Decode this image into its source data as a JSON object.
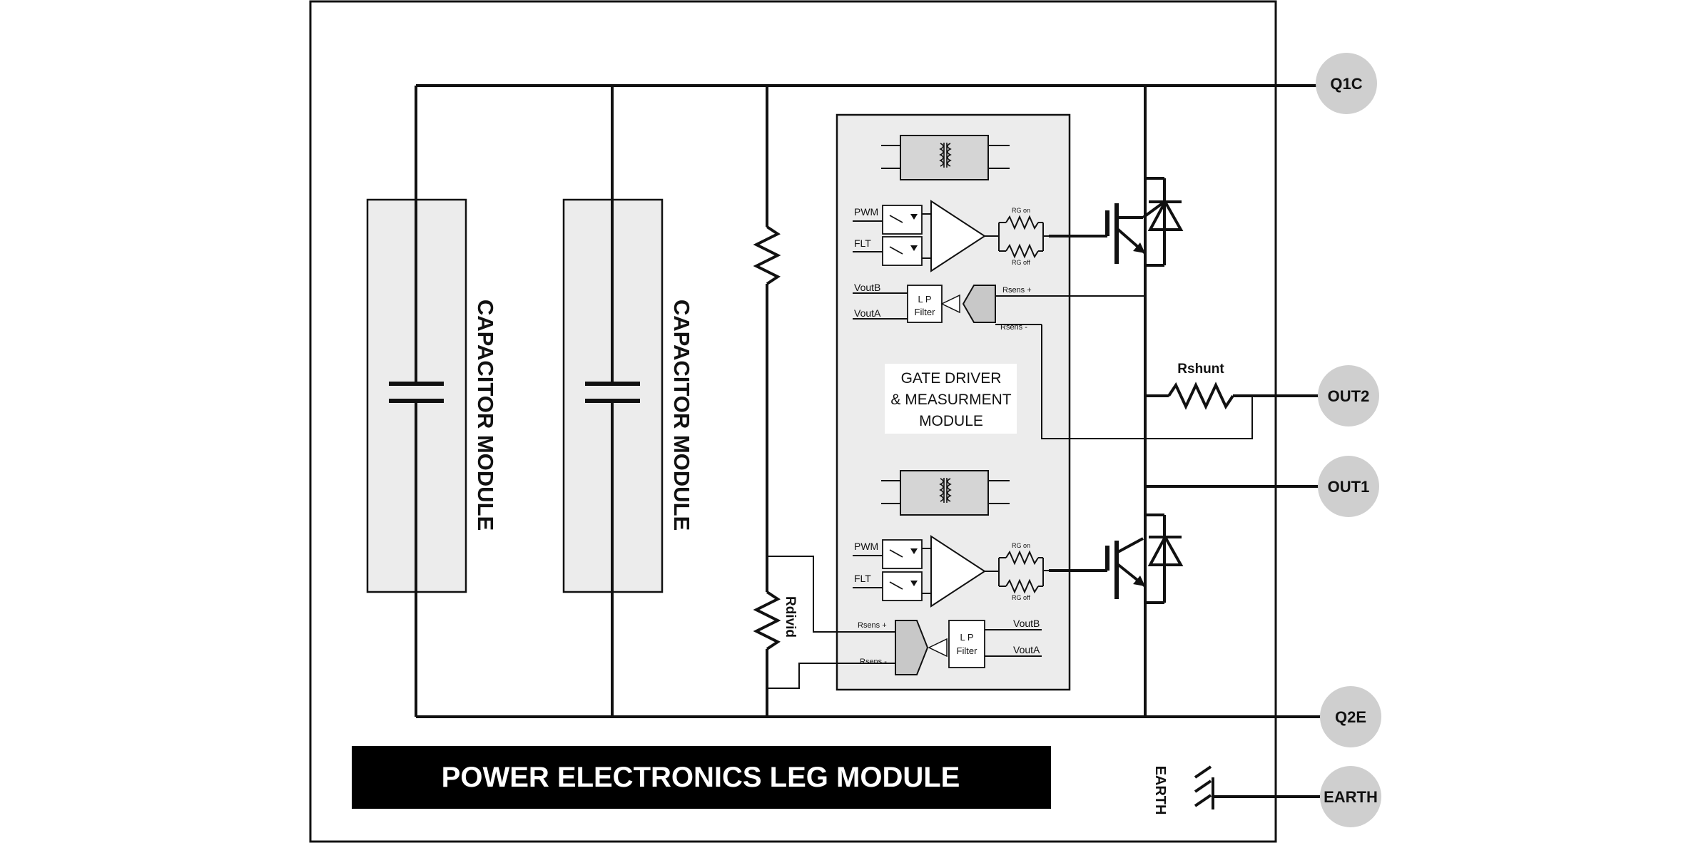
{
  "title_banner": "POWER ELECTRONICS LEG MODULE",
  "capacitor_modules": [
    "CAPACITOR MODULE",
    "CAPACITOR MODULE"
  ],
  "gate_driver_module": {
    "label_lines": [
      "GATE DRIVER",
      "& MEASURMENT",
      "MODULE"
    ],
    "top_channel": {
      "inputs": [
        "PWM",
        "FLT"
      ],
      "gate_resistors": [
        "RG on",
        "RG off"
      ],
      "filter_lines": [
        "L P",
        "Filter"
      ],
      "outputs": [
        "VoutB",
        "VoutA"
      ],
      "sense": [
        "Rsens +",
        "Rsens -"
      ]
    },
    "bottom_channel": {
      "inputs": [
        "PWM",
        "FLT"
      ],
      "gate_resistors": [
        "RG on",
        "RG off"
      ],
      "filter_lines": [
        "L P",
        "Filter"
      ],
      "outputs": [
        "VoutB",
        "VoutA"
      ],
      "sense": [
        "Rsens +",
        "Rsens -"
      ]
    }
  },
  "resistors": {
    "shunt": "Rshunt",
    "divider": "Rdivid"
  },
  "earth_label": "EARTH",
  "terminals": [
    "Q1C",
    "OUT2",
    "OUT1",
    "Q2E",
    "EARTH"
  ],
  "colors": {
    "module_fill": "#ececec",
    "terminal_fill": "#cfcfcf",
    "banner_fill": "#000000",
    "banner_text": "#ffffff",
    "line": "#111111"
  }
}
